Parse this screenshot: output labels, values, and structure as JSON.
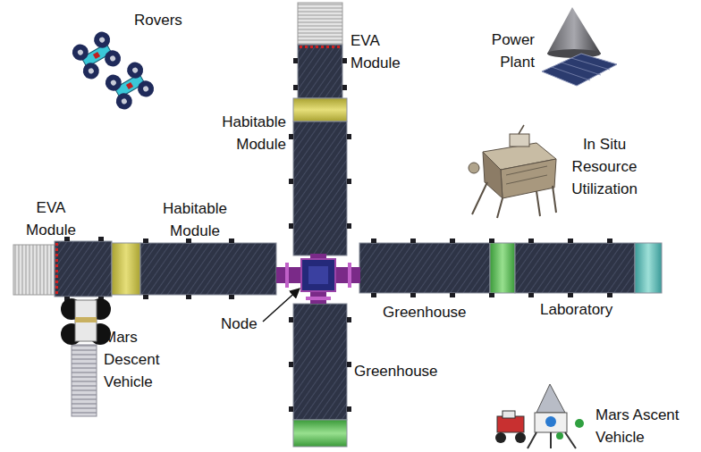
{
  "diagram": {
    "labels": [
      "Rovers",
      "EVA Module",
      "Power Plant",
      "Habitable Module",
      "In Situ Resource Utilization",
      "EVA Module",
      "Habitable Module",
      "Node",
      "Greenhouse",
      "Laboratory",
      "Mars Descent Vehicle",
      "Greenhouse",
      "Mars Ascent Vehicle"
    ]
  }
}
